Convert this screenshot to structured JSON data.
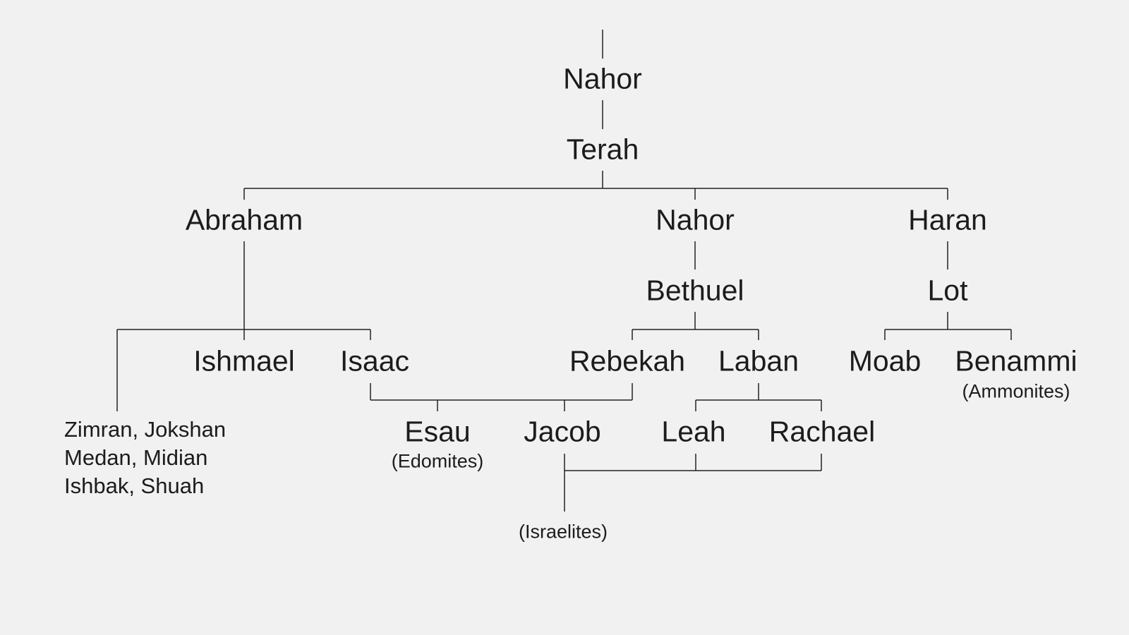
{
  "tree": {
    "people": {
      "nahor_root": "Nahor",
      "terah": "Terah",
      "abraham": "Abraham",
      "nahor_son": "Nahor",
      "haran": "Haran",
      "bethuel": "Bethuel",
      "lot": "Lot",
      "ishmael": "Ishmael",
      "isaac": "Isaac",
      "rebekah": "Rebekah",
      "laban": "Laban",
      "moab": "Moab",
      "benammi": "Benammi",
      "esau": "Esau",
      "jacob": "Jacob",
      "leah": "Leah",
      "rachael": "Rachael"
    },
    "other_sons": [
      "Zimran, Jokshan",
      "Medan, Midian",
      "Ishbak, Shuah"
    ],
    "peoples": {
      "ammonites": "(Ammonites)",
      "edomites": "(Edomites)",
      "israelites": "(Israelites)"
    }
  }
}
